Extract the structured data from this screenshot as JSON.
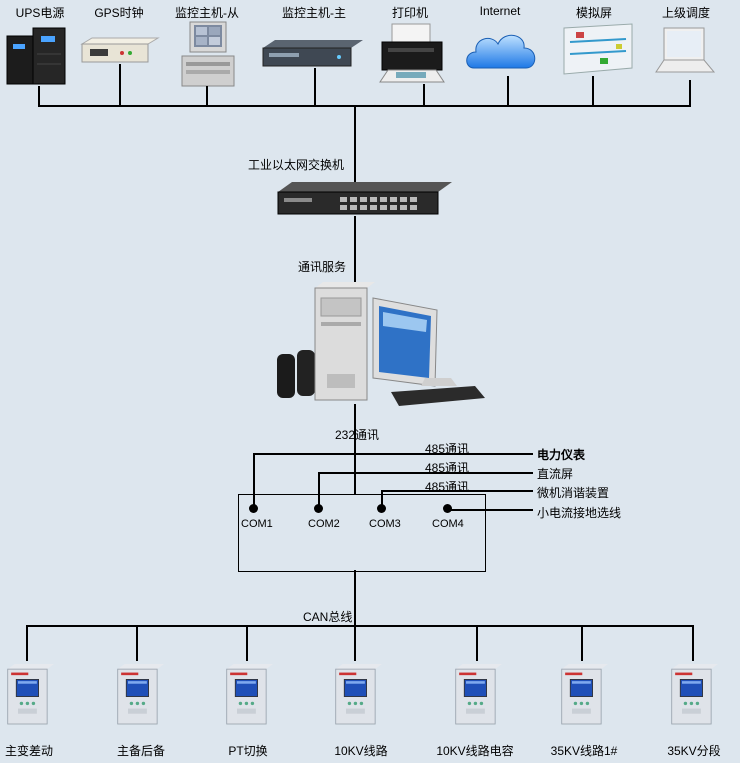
{
  "top_devices": [
    {
      "label": "UPS电源",
      "icon": "ups-icon"
    },
    {
      "label": "GPS时钟",
      "icon": "gps-clock-icon"
    },
    {
      "label": "监控主机-从",
      "icon": "workstation-icon"
    },
    {
      "label": "监控主机-主",
      "icon": "rack-server-icon"
    },
    {
      "label": "打印机",
      "icon": "printer-icon"
    },
    {
      "label": "Internet",
      "icon": "cloud-icon"
    },
    {
      "label": "模拟屏",
      "icon": "mimic-panel-icon"
    },
    {
      "label": "上级调度",
      "icon": "laptop-icon"
    }
  ],
  "switch": {
    "label": "工业以太网交换机",
    "icon": "ethernet-switch-icon"
  },
  "server": {
    "label": "通讯服务",
    "icon": "desktop-pc-icon"
  },
  "link_232": "232通讯",
  "ports": [
    "COM1",
    "COM2",
    "COM3",
    "COM4"
  ],
  "links_485": [
    "485通讯",
    "485通讯",
    "485通讯"
  ],
  "right_devices": [
    "电力仪表",
    "直流屏",
    "微机消谐装置",
    "小电流接地选线"
  ],
  "bus_label": "CAN总线",
  "bottom_devices": [
    {
      "label": "主变差动",
      "icon": "protection-relay-icon"
    },
    {
      "label": "主备后备",
      "icon": "protection-relay-icon"
    },
    {
      "label": "PT切换",
      "icon": "protection-relay-icon"
    },
    {
      "label": "10KV线路",
      "icon": "protection-relay-icon"
    },
    {
      "label": "10KV线路电容",
      "icon": "protection-relay-icon"
    },
    {
      "label": "35KV线路1#",
      "icon": "protection-relay-icon"
    },
    {
      "label": "35KV分段",
      "icon": "protection-relay-icon"
    }
  ]
}
